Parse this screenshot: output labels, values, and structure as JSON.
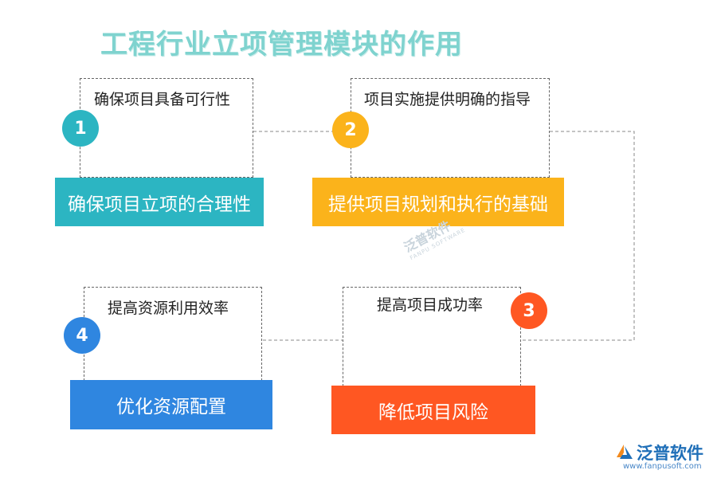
{
  "title": "工程行业立项管理模块的作用",
  "steps": [
    {
      "number": "1",
      "caption": "确保项目具备可行性",
      "banner": "确保项目立项的合理性",
      "banner_color": "#2cb5c2",
      "circle_color": "#2cb5c2"
    },
    {
      "number": "2",
      "caption": "项目实施提供明确的指导",
      "banner": "提供项目规划和执行的基础",
      "banner_color": "#fbb31b",
      "circle_color": "#fbb31b"
    },
    {
      "number": "3",
      "caption": "提高项目成功率",
      "banner": "降低项目风险",
      "banner_color": "#ff5722",
      "circle_color": "#ff5722"
    },
    {
      "number": "4",
      "caption": "提高资源利用效率",
      "banner": "优化资源配置",
      "banner_color": "#2f86e0",
      "circle_color": "#2f86e0"
    }
  ],
  "watermark": {
    "main": "泛普软件",
    "sub": "FANPU SOFTWARE"
  },
  "logo": {
    "text": "泛普软件",
    "url": "www.fanpusoft.com",
    "icon": "fanpu-logo-icon"
  }
}
